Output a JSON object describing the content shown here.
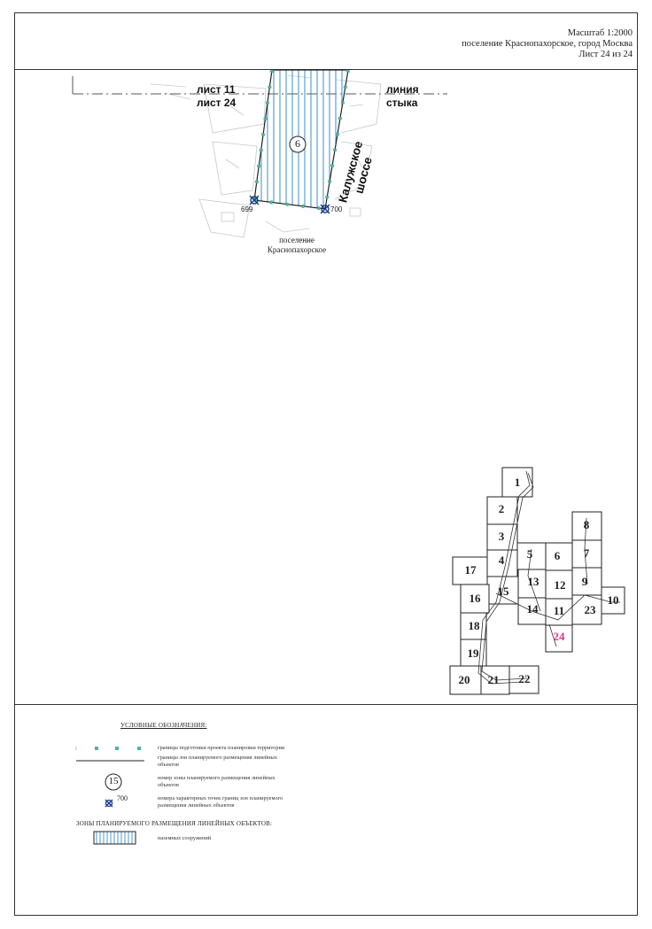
{
  "header": {
    "scale": "Масштаб 1:2000",
    "location": "поселение Краснопахорское, город Москва",
    "sheet": "Лист 24 из 24"
  },
  "map": {
    "sheet_top": "лист 11",
    "sheet_bottom": "лист 24",
    "junction_line_1": "линия",
    "junction_line_2": "стыка",
    "zone_number": "6",
    "point_left": "699",
    "point_right": "700",
    "highway_1": "Калужское",
    "highway_2": "шоссе",
    "settlement_1": "поселение",
    "settlement_2": "Краснопахорское"
  },
  "index_map": {
    "sheets": [
      "1",
      "2",
      "3",
      "4",
      "5",
      "6",
      "7",
      "8",
      "9",
      "10",
      "11",
      "12",
      "13",
      "14",
      "15",
      "16",
      "17",
      "18",
      "19",
      "20",
      "21",
      "22",
      "23",
      "24"
    ],
    "current": "24",
    "current_color": "#e0338a"
  },
  "legend": {
    "title": "УСЛОВНЫЕ ОБОЗНАЧЕНИЯ:",
    "item1": "границы подготовки проекта планировки территории",
    "item2_1": "границы зон планируемого размещения линейных",
    "item2_2": "объектов",
    "item3_sample": "15",
    "item3_1": "номер зоны планируемого размещения линейных",
    "item3_2": "объектов",
    "item4_sample": "700",
    "item4_1": "номера характерных точек границ зон планируемого",
    "item4_2": "размещения линейных объектов",
    "zones_title": "ЗОНЫ ПЛАНИРУЕМОГО РАЗМЕЩЕНИЯ ЛИНЕЙНЫХ ОБЪЕКТОВ:",
    "zone1": "наземных сооружений"
  },
  "colors": {
    "hatch": "#3a8fc7",
    "boundary_dash": "#4fb39a",
    "line": "#222222",
    "current_sheet": "#e0338a"
  }
}
